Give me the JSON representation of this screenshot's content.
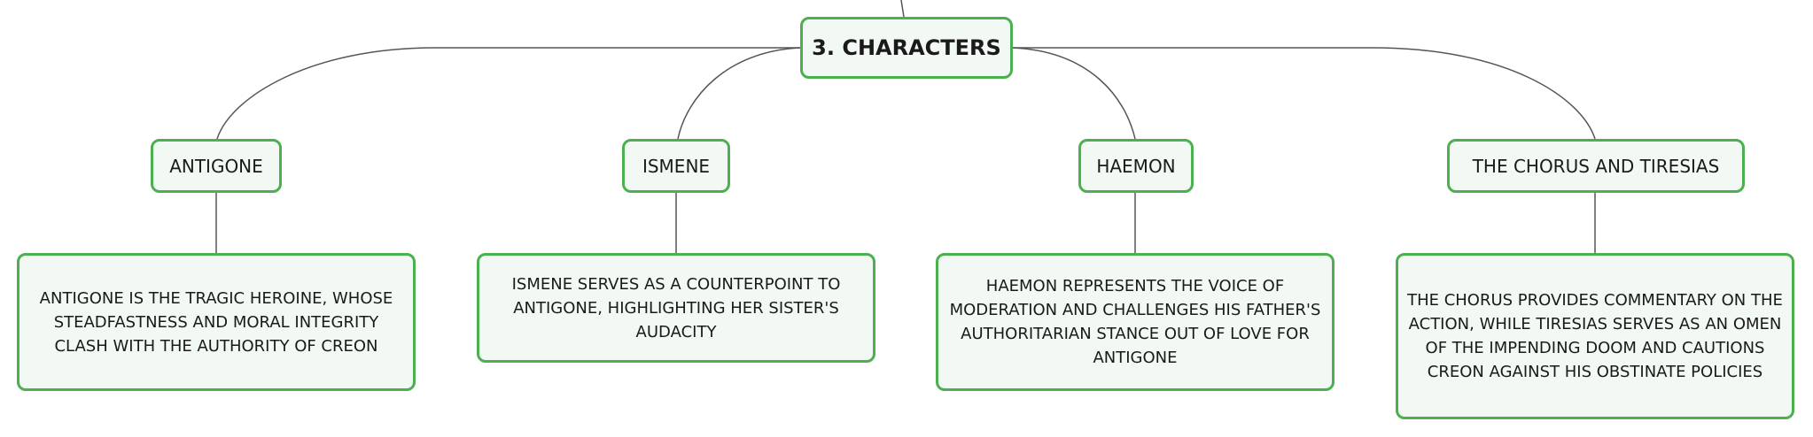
{
  "root": {
    "label": "3. CHARACTERS"
  },
  "branches": [
    {
      "label": "ANTIGONE",
      "description": "ANTIGONE IS THE TRAGIC HEROINE, WHOSE STEADFASTNESS AND MORAL INTEGRITY CLASH WITH THE AUTHORITY OF CREON"
    },
    {
      "label": "ISMENE",
      "description": "ISMENE SERVES AS A COUNTERPOINT TO ANTIGONE, HIGHLIGHTING HER SISTER'S AUDACITY"
    },
    {
      "label": "HAEMON",
      "description": "HAEMON REPRESENTS THE VOICE OF MODERATION AND CHALLENGES HIS FATHER'S AUTHORITARIAN STANCE OUT OF LOVE FOR ANTIGONE"
    },
    {
      "label": "THE CHORUS AND TIRESIAS",
      "description": "THE CHORUS PROVIDES COMMENTARY ON THE ACTION, WHILE TIRESIAS SERVES AS AN OMEN OF THE IMPENDING DOOM AND CAUTIONS CREON AGAINST HIS OBSTINATE POLICIES"
    }
  ],
  "colors": {
    "node_border": "#4caf50",
    "node_fill": "#f2f8f3",
    "connector": "#555555"
  }
}
